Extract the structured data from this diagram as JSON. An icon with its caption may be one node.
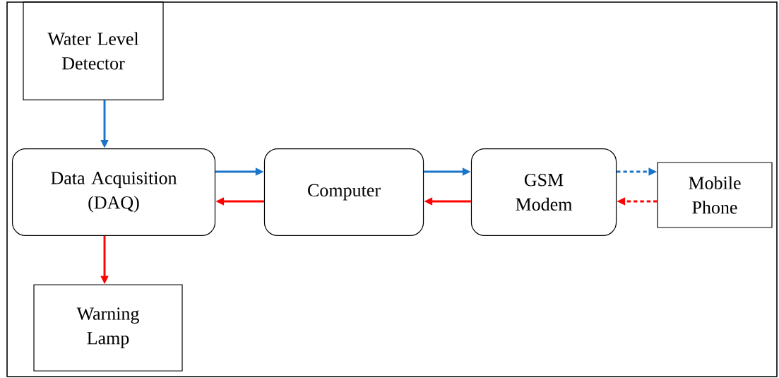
{
  "diagram": {
    "nodes": [
      {
        "text": [
          "Water Level Detector"
        ]
      },
      {
        "text": [
          "Data Acquisition (DAQ)"
        ]
      },
      {
        "text": [
          "Computer"
        ]
      },
      {
        "text": [
          "GSM Modem"
        ]
      },
      {
        "text": [
          "Mobile Phone"
        ]
      },
      {
        "text": [
          "Warning Lamp"
        ]
      }
    ],
    "edges": [
      {
        "from": 0,
        "to": 1,
        "arrow": "to",
        "color": "#1a75c9"
      },
      {
        "from": 1,
        "to": 2,
        "arrow": "to",
        "color": "#1a75c9"
      },
      {
        "from": 2,
        "to": 1,
        "arrow": "to",
        "color": "#ff0000"
      },
      {
        "from": 2,
        "to": 3,
        "arrow": "to",
        "color": "#1a75c9"
      },
      {
        "from": 3,
        "to": 2,
        "arrow": "to",
        "color": "#ff0000"
      },
      {
        "from": 3,
        "to": 4,
        "arrow": "to",
        "style": "dashed",
        "color": "#1a75c9"
      },
      {
        "from": 4,
        "to": 3,
        "arrow": "to",
        "style": "dashed",
        "color": "#ff0000"
      },
      {
        "from": 1,
        "to": 5,
        "arrow": "to",
        "color": "#ff0000"
      }
    ]
  }
}
